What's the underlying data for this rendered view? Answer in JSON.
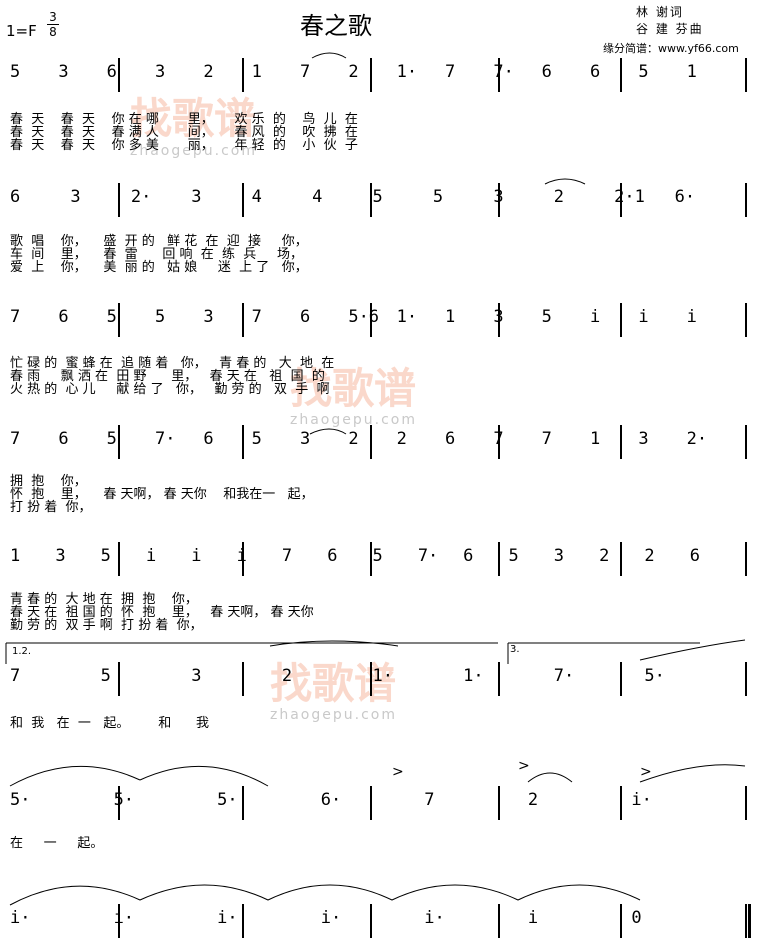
{
  "title": "春之歌",
  "key": "1=F",
  "meter": {
    "num": "3",
    "den": "8"
  },
  "lyricist": "林  谢词",
  "composer": "谷 建 芬曲",
  "site": "缘分简谱：www.yf66.com",
  "watermark": {
    "text": "找歌谱",
    "sub": "zhaogepu.com"
  },
  "volta": {
    "first": "1.2.",
    "second": "3."
  },
  "rows": [
    {
      "notes": [
        "5",
        "3",
        "6",
        "3",
        "2",
        "1",
        "7",
        "2",
        "1·",
        "7",
        "7·",
        "6",
        "6",
        "5",
        "1"
      ],
      "lyrics": [
        "春  天    春  天    你 在 哪       里，     欢 乐  的    鸟  儿  在",
        "春  天    春  天    春 满 人       间，     春 风  的    吹  拂  在",
        "春  天    春  天    你 多 美       丽，     年 轻  的    小  伙  子"
      ]
    },
    {
      "notes": [
        "6",
        "3",
        "2·",
        "3",
        "4",
        "4",
        "5",
        "5",
        "3",
        "2",
        "2·1",
        "6·"
      ],
      "lyrics": [
        "歌  唱    你，    盛  开 的   鲜 花  在  迎  接     你，",
        "车  间    里，    春  雷      回 响  在  练  兵     场，",
        "爱  上    你，    美  丽 的   姑 娘     迷  上 了   你，"
      ]
    },
    {
      "notes": [
        "7",
        "6",
        "5",
        "5",
        "3",
        "7",
        "6",
        "5·6",
        "1·",
        "1",
        "3",
        "5",
        "i",
        "i",
        "i"
      ],
      "lyrics": [
        "忙 碌 的  蜜 蜂 在  追 随 着   你，   青 春 的   大  地  在",
        "春 雨     飘 洒 在  田 野      里，   春 天 在   祖  国  的",
        "火 热 的  心 儿     献 给 了   你，   勤 劳 的   双  手  啊"
      ]
    },
    {
      "notes": [
        "7",
        "6",
        "5",
        "7·",
        "6",
        "5",
        "3",
        "2",
        "2",
        "6",
        "7",
        "7",
        "1",
        "3",
        "2·"
      ],
      "lyrics": [
        "拥  抱    你，",
        "怀  抱    里，    春 天啊， 春 天你    和我在一   起，",
        "打 扮 着  你，"
      ]
    },
    {
      "notes": [
        "1",
        "3",
        "5",
        "i",
        "i",
        "i",
        "7",
        "6",
        "5",
        "7·",
        "6",
        "5",
        "3",
        "2",
        "2",
        "6"
      ],
      "lyrics": [
        "青 春 的  大 地 在  拥  抱    你，",
        "春 天 在  祖 国 的  怀  抱    里，   春 天啊， 春 天你",
        "勤 劳 的  双 手 啊  打 扮 着  你，"
      ]
    },
    {
      "notes": [
        "7",
        "5",
        "3",
        "2",
        "1·",
        "1·",
        "7·",
        "5·"
      ],
      "lyrics": [
        "和  我   在  一   起。       和      我"
      ]
    },
    {
      "notes": [
        "5·",
        "5·",
        "5·",
        "6·",
        "7",
        "2",
        "i·"
      ],
      "lyrics": [
        "在     一     起。"
      ]
    },
    {
      "notes": [
        "i·",
        "i·",
        "i·",
        "i·",
        "i·",
        "i",
        "0"
      ],
      "lyrics": []
    }
  ]
}
